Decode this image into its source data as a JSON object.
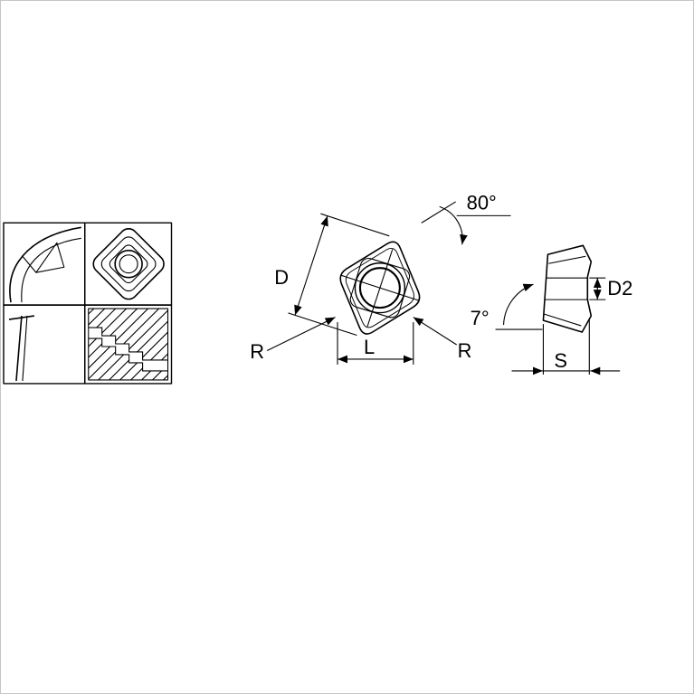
{
  "page": {
    "background": "#ffffff",
    "line_color": "#000000",
    "border_color": "#c6c6c6"
  },
  "drawing": {
    "top_view": {
      "dim_edge": "D",
      "dim_length": "L",
      "radius_left": "R",
      "radius_right": "R",
      "nose_angle": "80°"
    },
    "side_view": {
      "clearance_angle": "7°",
      "hole_dim": "D2",
      "thickness": "S"
    }
  }
}
